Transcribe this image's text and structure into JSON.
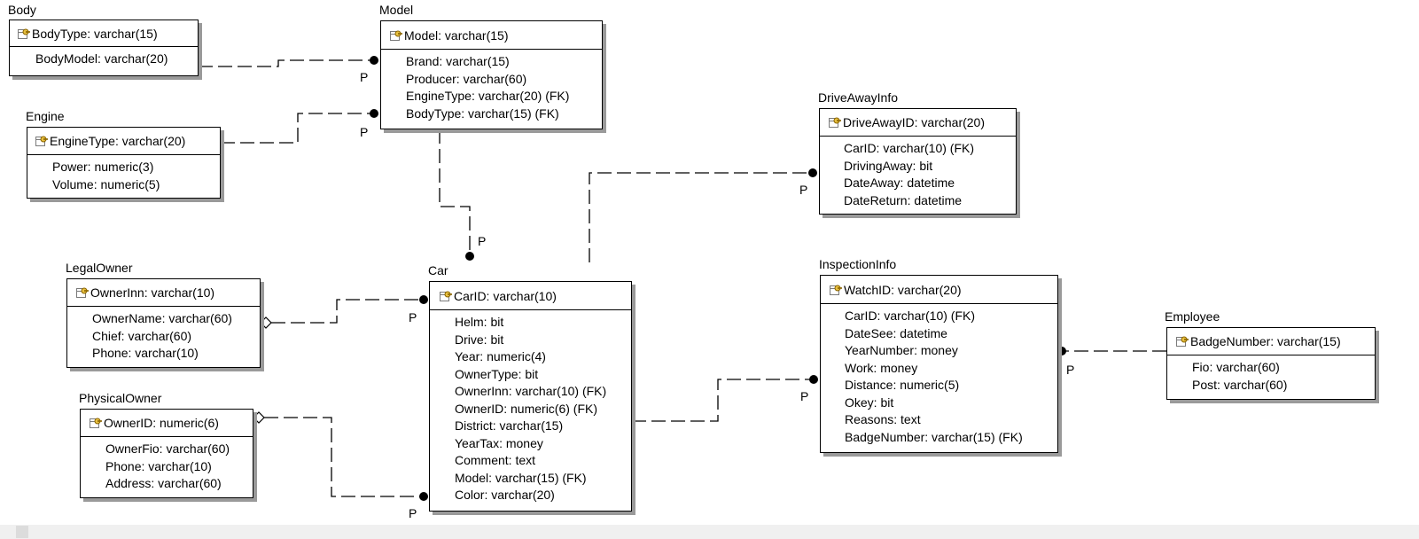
{
  "entities": {
    "body": {
      "title": "Body",
      "pk": "BodyType: varchar(15)",
      "attrs": [
        "BodyModel: varchar(20)"
      ]
    },
    "model": {
      "title": "Model",
      "pk": "Model: varchar(15)",
      "attrs": [
        "Brand: varchar(15)",
        "Producer: varchar(60)",
        "EngineType: varchar(20) (FK)",
        "BodyType: varchar(15) (FK)"
      ]
    },
    "engine": {
      "title": "Engine",
      "pk": "EngineType: varchar(20)",
      "attrs": [
        "Power: numeric(3)",
        "Volume: numeric(5)"
      ]
    },
    "driveaway": {
      "title": "DriveAwayInfo",
      "pk": "DriveAwayID: varchar(20)",
      "attrs": [
        "CarID: varchar(10) (FK)",
        "DrivingAway: bit",
        "DateAway: datetime",
        "DateReturn: datetime"
      ]
    },
    "legalowner": {
      "title": "LegalOwner",
      "pk": "OwnerInn: varchar(10)",
      "attrs": [
        "OwnerName: varchar(60)",
        "Chief: varchar(60)",
        "Phone: varchar(10)"
      ]
    },
    "car": {
      "title": "Car",
      "pk": "CarID: varchar(10)",
      "attrs": [
        "Helm: bit",
        "Drive: bit",
        "Year: numeric(4)",
        "OwnerType: bit",
        "OwnerInn: varchar(10) (FK)",
        "OwnerID: numeric(6) (FK)",
        "District: varchar(15)",
        "YearTax: money",
        "Comment: text",
        "Model: varchar(15) (FK)",
        "Color: varchar(20)"
      ]
    },
    "inspection": {
      "title": "InspectionInfo",
      "pk": "WatchID: varchar(20)",
      "attrs": [
        "CarID: varchar(10) (FK)",
        "DateSee: datetime",
        "YearNumber: money",
        "Work: money",
        "Distance: numeric(5)",
        "Okey: bit",
        "Reasons: text",
        "BadgeNumber: varchar(15) (FK)"
      ]
    },
    "physicalowner": {
      "title": "PhysicalOwner",
      "pk": "OwnerID: numeric(6)",
      "attrs": [
        "OwnerFio: varchar(60)",
        "Phone: varchar(10)",
        "Address: varchar(60)"
      ]
    },
    "employee": {
      "title": "Employee",
      "pk": "BadgeNumber: varchar(15)",
      "attrs": [
        "Fio: varchar(60)",
        "Post: varchar(60)"
      ]
    }
  },
  "relationship_label": "P",
  "colors": {
    "line": "#000000",
    "shadow": "#9a9a9a",
    "key_icon": "#c8a020"
  },
  "icons": {
    "primary_key": "key-table-icon"
  }
}
